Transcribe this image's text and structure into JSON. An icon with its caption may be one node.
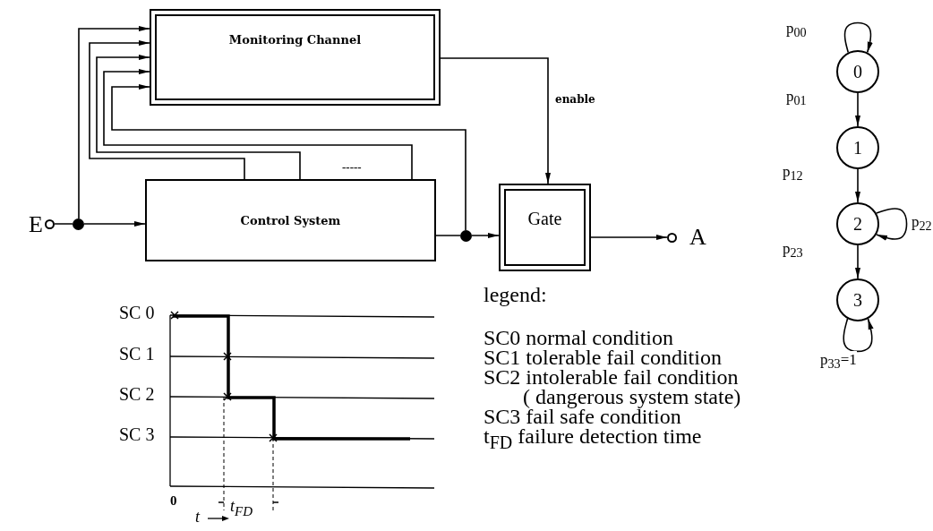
{
  "diagram": {
    "nodes": [
      {
        "text": [],
        "shape": "circle",
        "beside": [
          "E"
        ]
      },
      {
        "text": [],
        "shape": "circle"
      },
      {
        "text": [
          "Monitoring Channel"
        ]
      },
      {
        "text": [
          "Control System"
        ]
      },
      {
        "text": [],
        "shape": "circle"
      },
      {
        "text": [
          "Gate"
        ]
      },
      {
        "text": [],
        "shape": "circle",
        "beside": [
          "A"
        ]
      },
      {
        "text": [
          "0"
        ]
      },
      {
        "text": [
          "1"
        ]
      },
      {
        "text": [
          "2"
        ]
      },
      {
        "text": [
          "3"
        ]
      }
    ],
    "edges": [
      {
        "from": 0,
        "to": 1,
        "arrow": "none"
      },
      {
        "from": 1,
        "to": 3,
        "arrow": "to"
      },
      {
        "from": 1,
        "to": 2,
        "arrow": "to"
      },
      {
        "from": 3,
        "to": 2,
        "arrow": "to"
      },
      {
        "from": 3,
        "to": 2,
        "arrow": "to"
      },
      {
        "from": 3,
        "to": 2,
        "arrow": "to"
      },
      {
        "from": 4,
        "to": 2,
        "arrow": "to"
      },
      {
        "from": 3,
        "to": 4,
        "arrow": "none"
      },
      {
        "from": 4,
        "to": 5,
        "arrow": "to"
      },
      {
        "from": 2,
        "to": 5,
        "arrow": "to",
        "label": "enable"
      },
      {
        "from": 5,
        "to": 6,
        "arrow": "to"
      },
      {
        "from": 7,
        "to": 7,
        "arrow": "to",
        "label": "p$_{00}$"
      },
      {
        "from": 7,
        "to": 8,
        "arrow": "to",
        "label": "p$_{01}$"
      },
      {
        "from": 8,
        "to": 9,
        "arrow": "to",
        "label": "p$_{12}$"
      },
      {
        "from": 9,
        "to": 9,
        "arrow": "to",
        "label": "p$_{22}$"
      },
      {
        "from": 9,
        "to": 10,
        "arrow": "to",
        "label": "p$_{23}$"
      },
      {
        "from": 10,
        "to": 10,
        "arrow": "to",
        "label": "p$_{33}$=1"
      }
    ],
    "labels": [
      "-----",
      "SC 0",
      "SC 1",
      "SC 2",
      "SC 3",
      "0",
      "t$_{FD}$",
      "t",
      "legend:",
      "SC0 normal condition",
      "SC1 tolerable fail condition",
      "SC2 intolerable fail condition ( dangerous system state)",
      "SC3 fail safe condition",
      "t$_{FD}$ failure detection time"
    ]
  }
}
